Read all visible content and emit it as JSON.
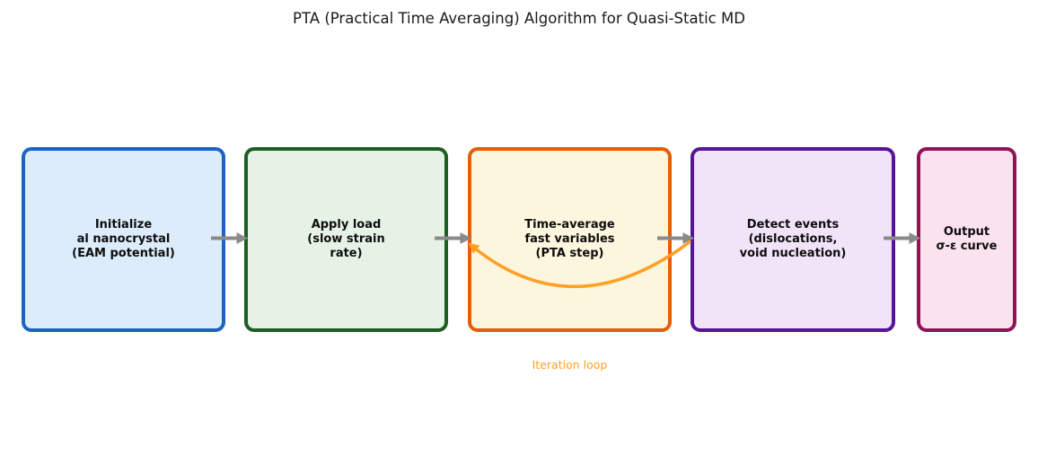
{
  "title": "PTA (Practical Time Averaging) Algorithm for Quasi-Static MD",
  "flowchart": {
    "nodes": [
      {
        "id": "initialize",
        "text": "Initialize\nal nanocrystal\n(EAM potential)",
        "fill": "#dcecfa",
        "border": "#1b63c5"
      },
      {
        "id": "apply-load",
        "text": "Apply load\n(slow strain\nrate)",
        "fill": "#e7f2e6",
        "border": "#1d5e21"
      },
      {
        "id": "time-average",
        "text": "Time-average\nfast variables\n(PTA step)",
        "fill": "#fdf6de",
        "border": "#e45d07"
      },
      {
        "id": "detect-events",
        "text": "Detect events\n(dislocations,\nvoid nucleation)",
        "fill": "#f1e4f9",
        "border": "#551499"
      },
      {
        "id": "output",
        "text": "Output\nσ-ε curve",
        "fill": "#fbe3ee",
        "border": "#8e1456"
      }
    ],
    "arrow_color": "#8a8a8a",
    "loop": {
      "label": "Iteration loop",
      "color": "#ffa024"
    }
  }
}
